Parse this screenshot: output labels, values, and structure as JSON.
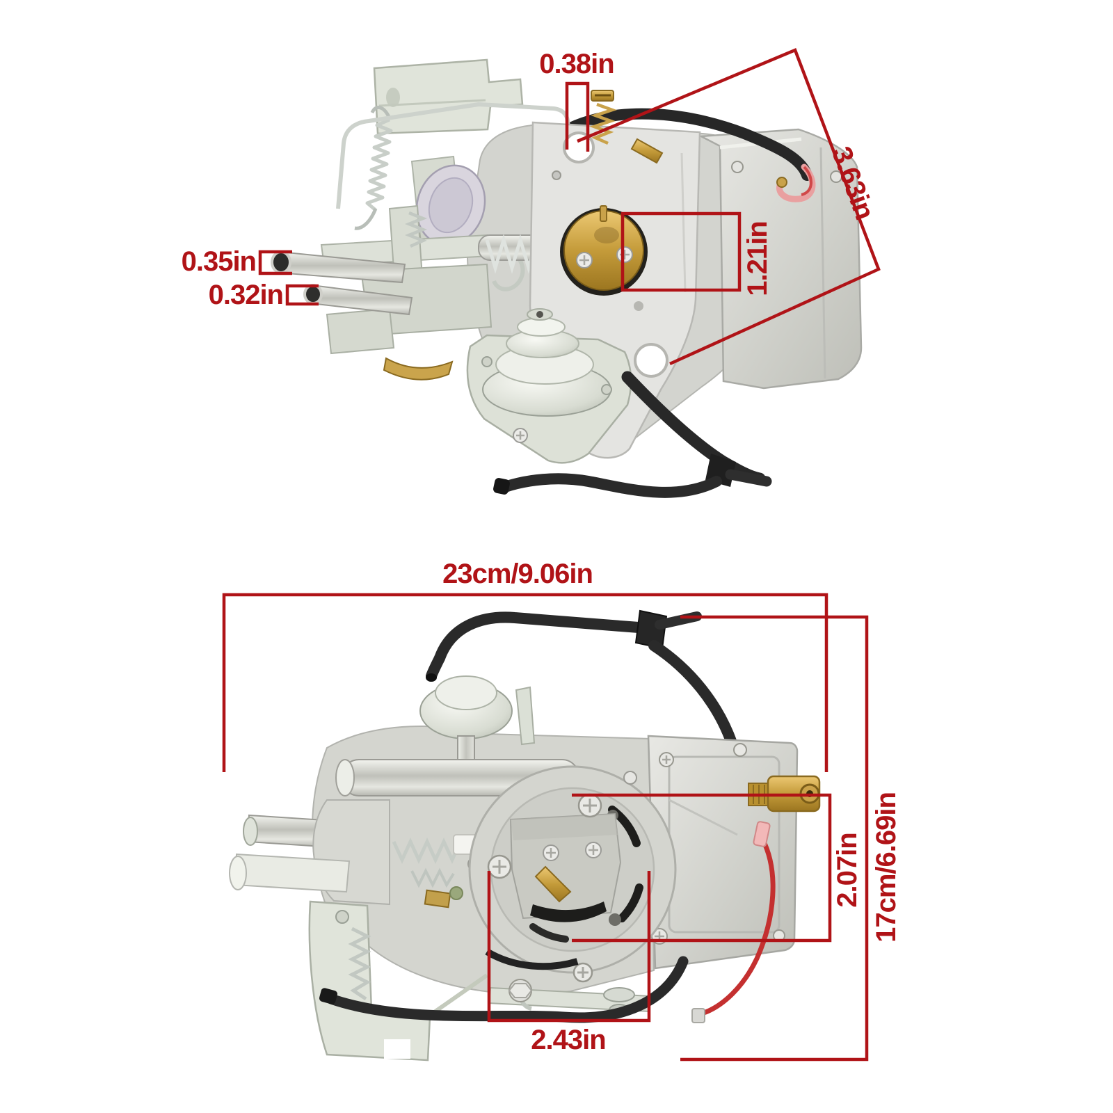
{
  "image_kind": "product-dimension-photo",
  "subject": "carburetor-two-views",
  "colors": {
    "annotation_red": "#b01317",
    "metal_silver": "#d6d7d1",
    "zinc_plate": "#dfe3da",
    "brass_gold": "#c9a24a",
    "hose_black": "#2a2a2a",
    "background": "#ffffff"
  },
  "top_view": {
    "labels": {
      "mount_hole_diameter": "0.38in",
      "flange_diagonal": "3.63in",
      "choke_disc_height": "1.21in",
      "upper_tube_diameter": "0.35in",
      "lower_tube_diameter": "0.32in"
    }
  },
  "bottom_view": {
    "labels": {
      "overall_width": "23cm/9.06in",
      "bore_section_height": "2.07in",
      "overall_height": "17cm/6.69in",
      "mount_flange_width": "2.43in"
    }
  }
}
